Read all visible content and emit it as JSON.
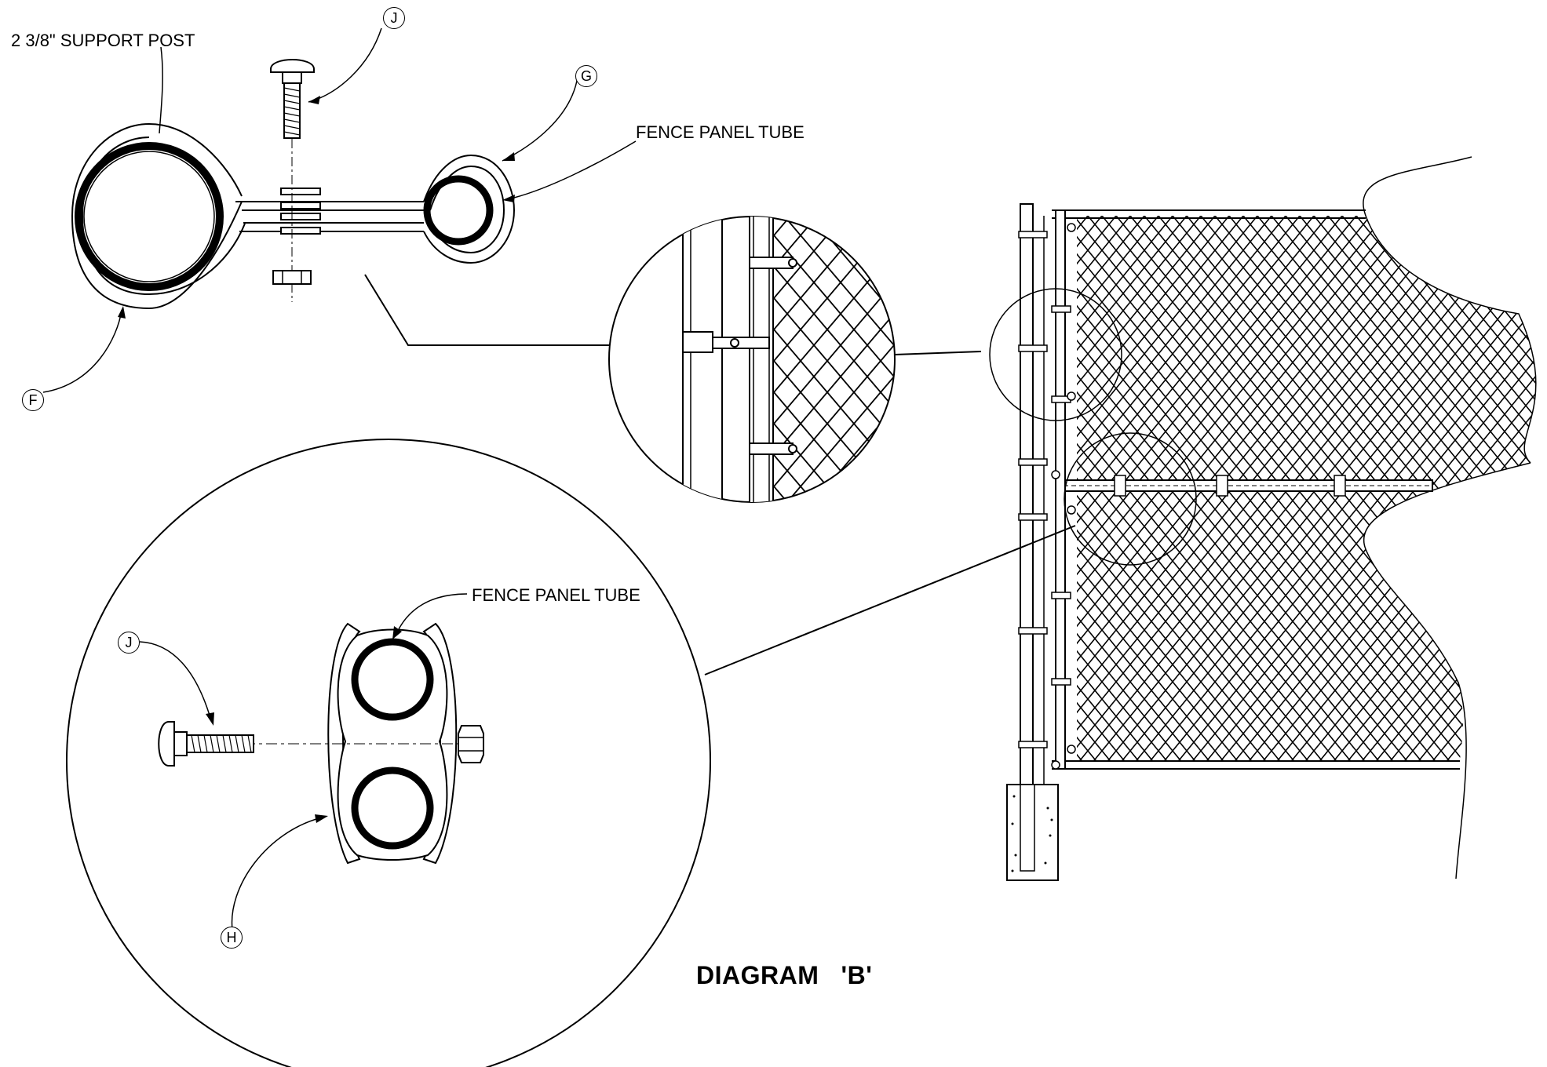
{
  "labels": {
    "support_post": "2 3/8\" SUPPORT POST",
    "fence_panel_tube_top": "FENCE PANEL TUBE",
    "fence_panel_tube_bottom": "FENCE PANEL TUBE"
  },
  "callouts": {
    "j_top": "J",
    "g": "G",
    "f": "F",
    "j_bottom": "J",
    "h": "H"
  },
  "title": "DIAGRAM   'B'"
}
